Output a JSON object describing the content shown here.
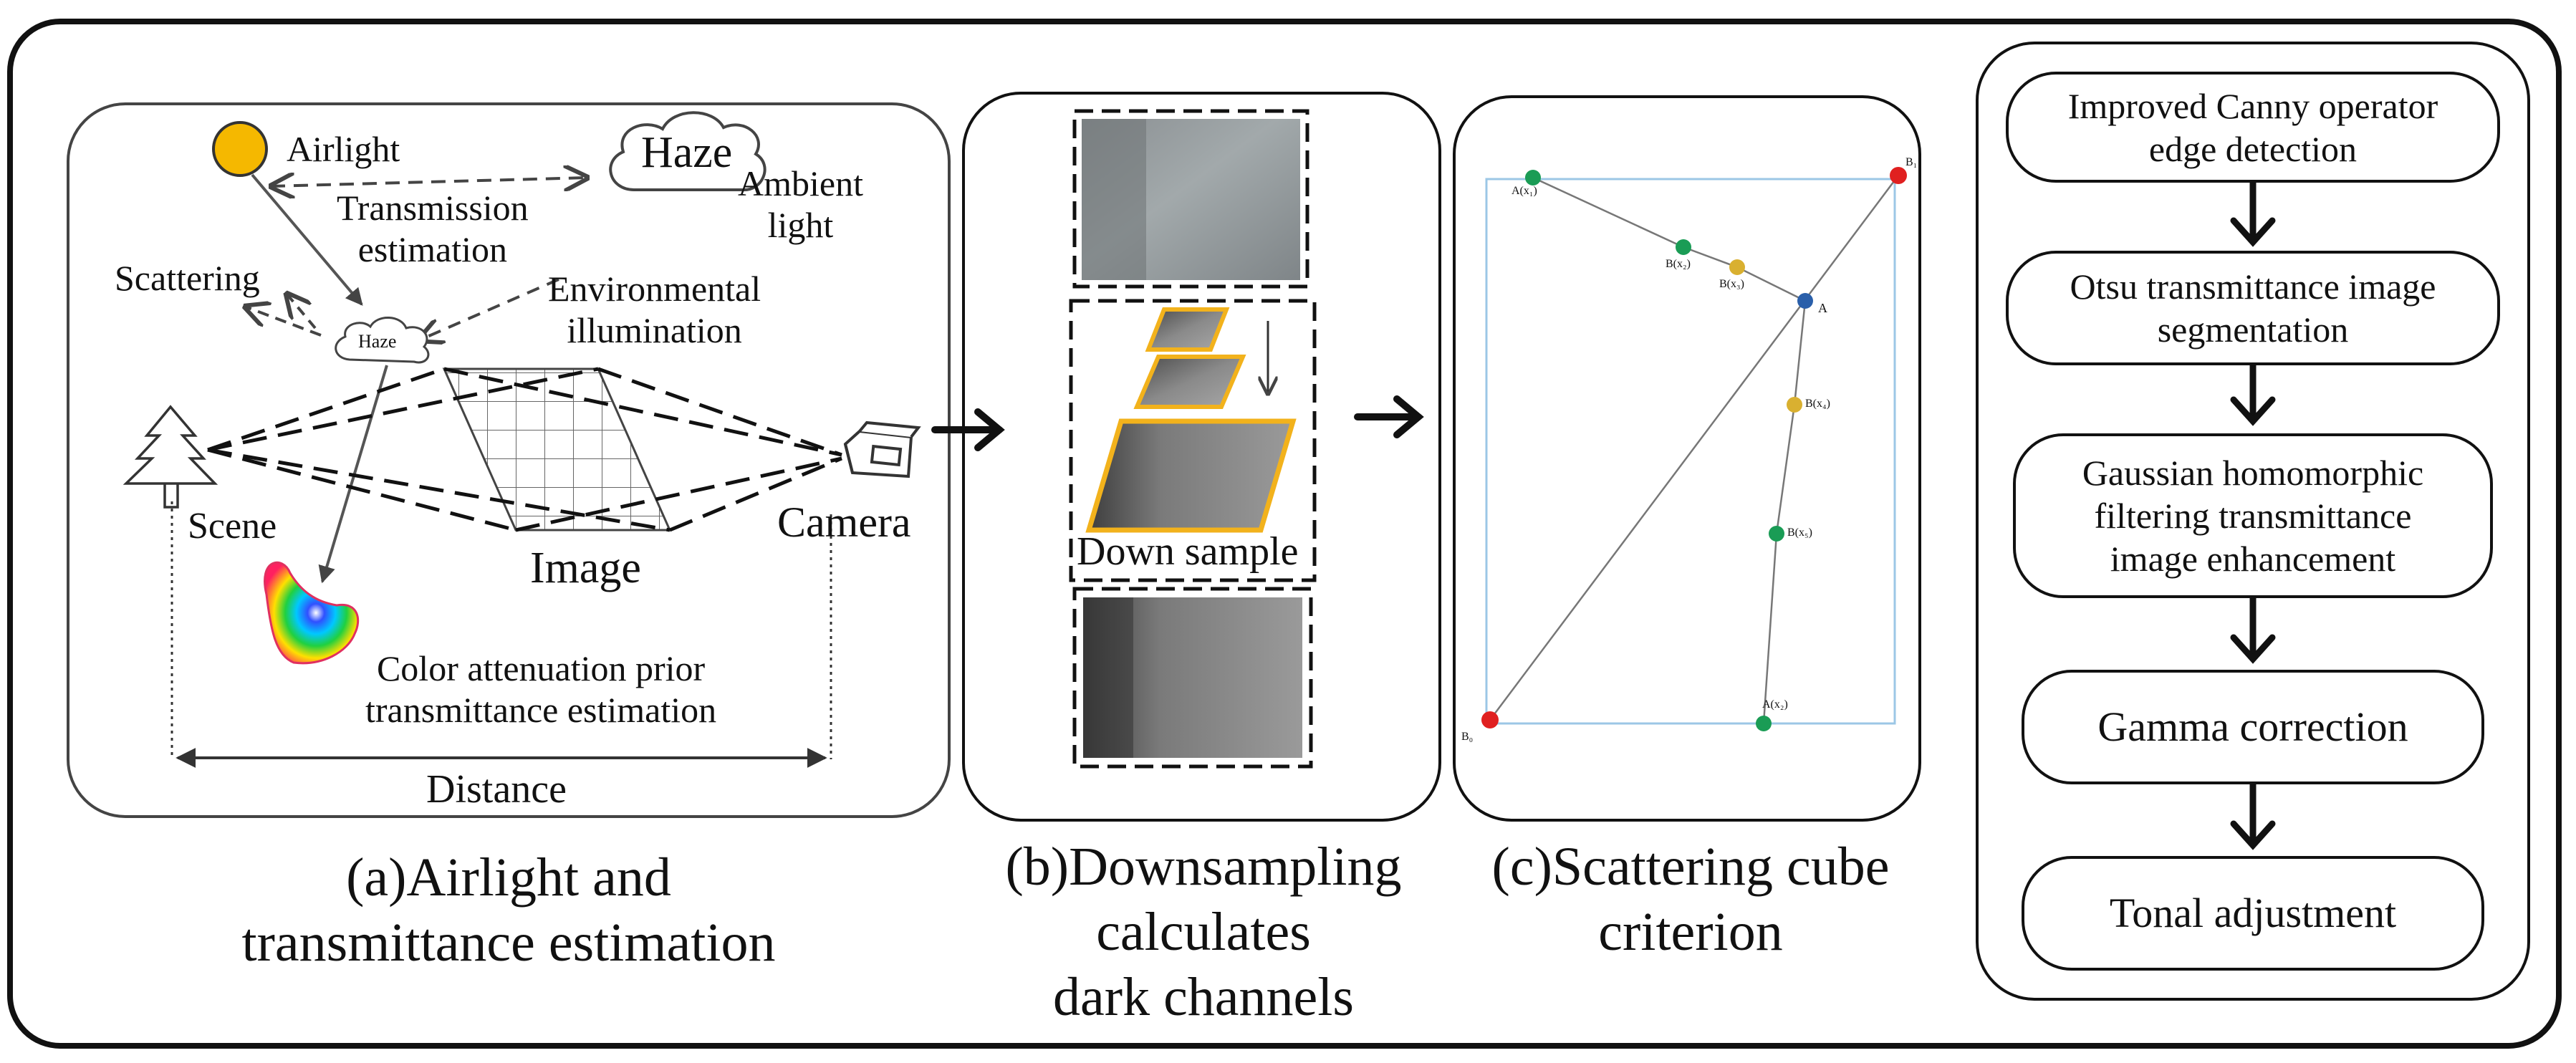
{
  "panel_a": {
    "labels": {
      "airlight": "Airlight",
      "haze_cloud": "Haze",
      "ambient_light": "Ambient\nlight",
      "transmission_estimation": "Transmission\nestimation",
      "scattering": "Scattering",
      "environmental_illumination": "Environmental\nillumination",
      "haze_small": "Haze",
      "scene": "Scene",
      "image": "Image",
      "camera": "Camera",
      "color_attenuation": "Color attenuation prior\ntransmittance estimation",
      "distance": "Distance"
    },
    "caption": [
      "(a)Airlight and",
      "transmittance estimation"
    ]
  },
  "panel_b": {
    "down_sample": "Down sample",
    "caption": [
      "(b)Downsampling",
      "calculates",
      "dark channels"
    ]
  },
  "panel_c": {
    "point_labels": {
      "b1": "B₁",
      "a1": "A(x₁)",
      "b2": "B(x₂)",
      "b3": "B(x₃)",
      "a": "A",
      "b4": "B(x₄)",
      "b5": "B(x₅)",
      "a2": "A(x₂)",
      "b0": "B₀"
    },
    "caption": [
      "(c)Scattering cube",
      "criterion"
    ]
  },
  "flow": {
    "steps": [
      [
        "Improved Canny operator",
        "edge detection"
      ],
      [
        "Otsu transmittance image",
        "segmentation"
      ],
      [
        "Gaussian homomorphic",
        "filtering transmittance",
        "image enhancement"
      ],
      [
        "Gamma correction"
      ],
      [
        "Tonal adjustment"
      ]
    ]
  },
  "colors": {
    "sun": "#f5b800",
    "frame_highlight": "#f2b21c",
    "cube_border": "#9cc7e6",
    "point_green": "#1a9c55",
    "point_yellow": "#d9b030",
    "point_blue": "#2a5faa",
    "point_red": "#e02020"
  }
}
